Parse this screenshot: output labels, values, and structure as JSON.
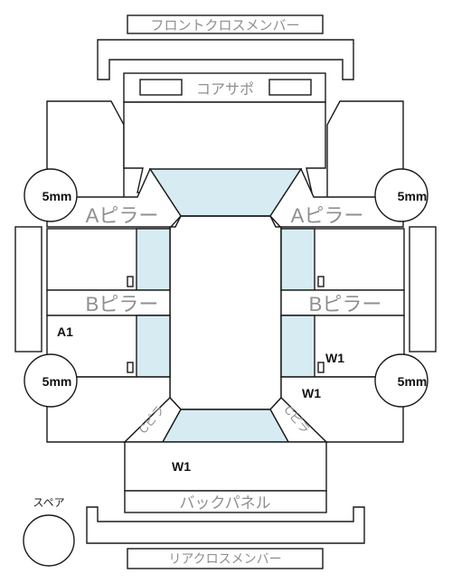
{
  "labels": {
    "front_cross_member": "フロントクロスメンバー",
    "core_support": "コアサポ",
    "a_pillar": "Aピラー",
    "b_pillar": "Bピラー",
    "back_panel": "バックパネル",
    "rear_cross_member": "リアクロスメンバー",
    "spare": "スペア",
    "c_pillar": "Cピラ"
  },
  "marks": {
    "tire_front_left": "5mm",
    "tire_front_right": "5mm",
    "tire_rear_left": "5mm",
    "tire_rear_right": "5mm",
    "a1": "A1",
    "w1_right_door": "W1",
    "w1_right_quarter": "W1",
    "w1_trunk": "W1"
  },
  "colors": {
    "glass": "#d7ecf2",
    "outline": "#1a1a1a",
    "label_gray": "#8f8f8f"
  }
}
